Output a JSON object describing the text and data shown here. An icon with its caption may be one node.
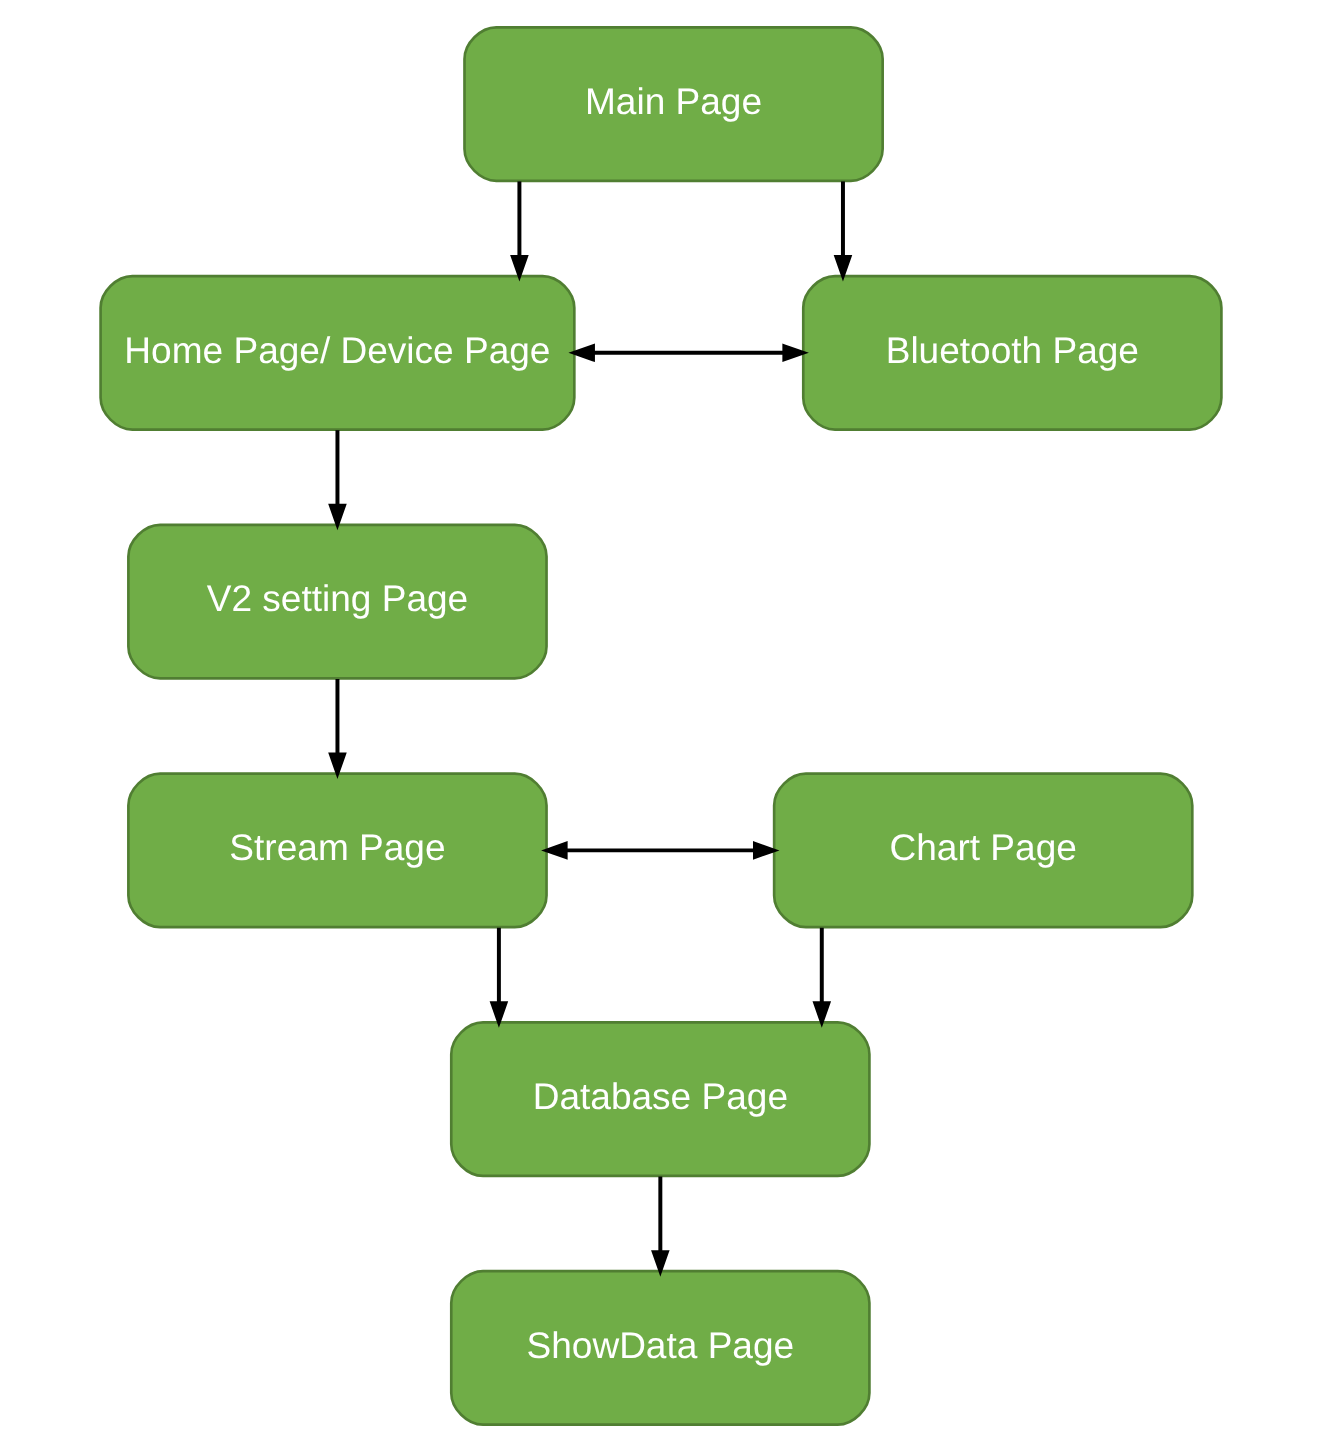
{
  "diagram": {
    "nodes": [
      {
        "text": [
          "Main Page"
        ]
      },
      {
        "text": [
          "Home Page/ Device Page"
        ]
      },
      {
        "text": [
          "Bluetooth Page"
        ]
      },
      {
        "text": [
          "V2 setting Page"
        ]
      },
      {
        "text": [
          "Stream Page"
        ]
      },
      {
        "text": [
          "Chart Page"
        ]
      },
      {
        "text": [
          "Database Page"
        ]
      },
      {
        "text": [
          "ShowData Page"
        ]
      }
    ],
    "edges": [
      {
        "from": 0,
        "to": 1,
        "arrow": "to"
      },
      {
        "from": 0,
        "to": 2,
        "arrow": "to"
      },
      {
        "from": 1,
        "to": 2,
        "arrow": "both"
      },
      {
        "from": 1,
        "to": 3,
        "arrow": "to"
      },
      {
        "from": 3,
        "to": 4,
        "arrow": "to"
      },
      {
        "from": 4,
        "to": 5,
        "arrow": "both"
      },
      {
        "from": 4,
        "to": 6,
        "arrow": "to"
      },
      {
        "from": 5,
        "to": 6,
        "arrow": "to"
      },
      {
        "from": 6,
        "to": 7,
        "arrow": "to"
      }
    ]
  }
}
